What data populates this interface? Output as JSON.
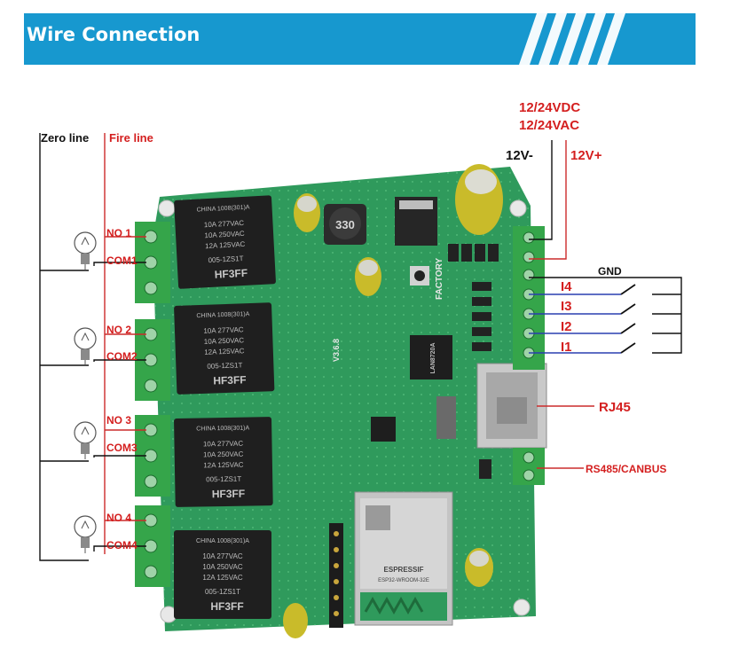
{
  "header": {
    "title": "Wire Connection"
  },
  "power": {
    "line1": "12/24VDC",
    "line2": "12/24VAC",
    "negative": "12V-",
    "positive": "12V+"
  },
  "mains": {
    "zero_line": "Zero line",
    "fire_line": "Fire line"
  },
  "outputs": [
    {
      "no": "NO 1",
      "com": "COM1"
    },
    {
      "no": "NO 2",
      "com": "COM2"
    },
    {
      "no": "NO 3",
      "com": "COM3"
    },
    {
      "no": "NO 4",
      "com": "COM4"
    }
  ],
  "inputs": {
    "gnd": "GND",
    "items": [
      "I4",
      "I3",
      "I2",
      "I1"
    ]
  },
  "ports": {
    "rj45": "RJ45",
    "rs485": "RS485/CANBUS"
  },
  "board": {
    "factory_button": "FACTORY",
    "inductor_code": "330",
    "relay_brand": "HF3FF",
    "relay_model": "005-1ZS1T",
    "relay_origin": "CHINA 1008(301)A",
    "relay_ratings": [
      "10A 277VAC",
      "10A 250VAC",
      "12A 125VAC"
    ],
    "module_brand": "ESPRESSIF",
    "module_model": "ESP32-WROOM-32E",
    "phy_chip": "LAN8720A",
    "version": "V3.6.8"
  },
  "colors": {
    "banner": "#1798cf",
    "pcb": "#2f9a5c",
    "terminal": "#35a54a",
    "relay": "#1f1f1f",
    "wire_fire": "#cc2b2b",
    "wire_black": "#111111",
    "wire_input": "#2a3fb0",
    "label_red": "#d41f1f"
  }
}
